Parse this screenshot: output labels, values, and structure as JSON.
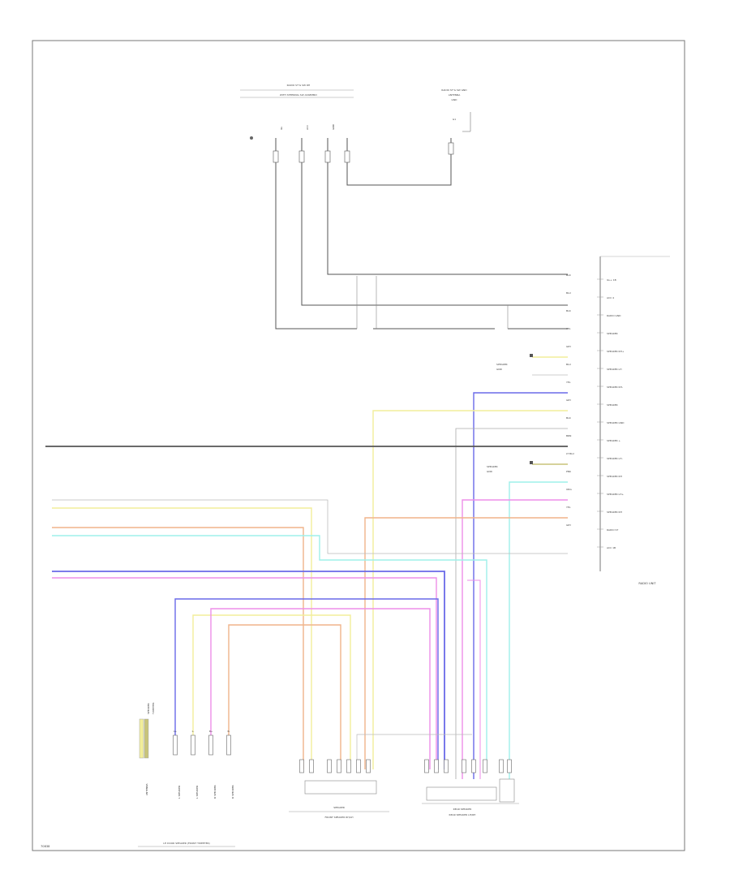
{
  "diagram": {
    "top_connector_title": "RADIO ST’G SW RH",
    "top_connector_subtitle": "WITH STEERING SW ASSEMBLY",
    "ground_title": "RADIO ST’G SW GND",
    "radio_unit_label": "RADIO UNIT",
    "front_speaker_title": "FRONT SPEAKER RH/LH",
    "left_connector_title": "LH DOOR SPEAKER (FRONT TWEETER)",
    "rear_speaker_label": "REAR SPEAKER",
    "rear_connector_title": "REAR SPEAKER LH/RH",
    "footer_id": "70838",
    "radio_pins": [
      "ILL+ 1B",
      "ACC 4",
      "RADIO GND",
      "SPEAKER",
      "SPEAKER RH+",
      "SPEAKER LH",
      "SPEAKER RH-",
      "SPEAKER",
      "SPEAKER GND",
      "SPEAKER +",
      "SPEAKER LH-",
      "SPEAKER RH",
      "SPEAKER LH+",
      "SPEAKER RH",
      "RADIO ST",
      "ACC 1B"
    ],
    "wire_labels": [
      "BLK",
      "BLU",
      "BLK",
      "YEL",
      "GRY",
      "BLU",
      "YEL",
      "GRY",
      "BLK",
      "BRN",
      "LT BLU",
      "PNK",
      "ORG",
      "YEL",
      "GRY"
    ],
    "speaker_pins": [
      "L+",
      "L-",
      "R+",
      "R-"
    ],
    "colors": {
      "black": "#555555",
      "gray": "#aaaaaa",
      "yellow": "#f2ee9a",
      "blue": "#6a6ae8",
      "pink": "#ee8ee8",
      "orange": "#f0b48a",
      "cyan": "#9ef0ea",
      "olive": "#c8c47a"
    }
  }
}
